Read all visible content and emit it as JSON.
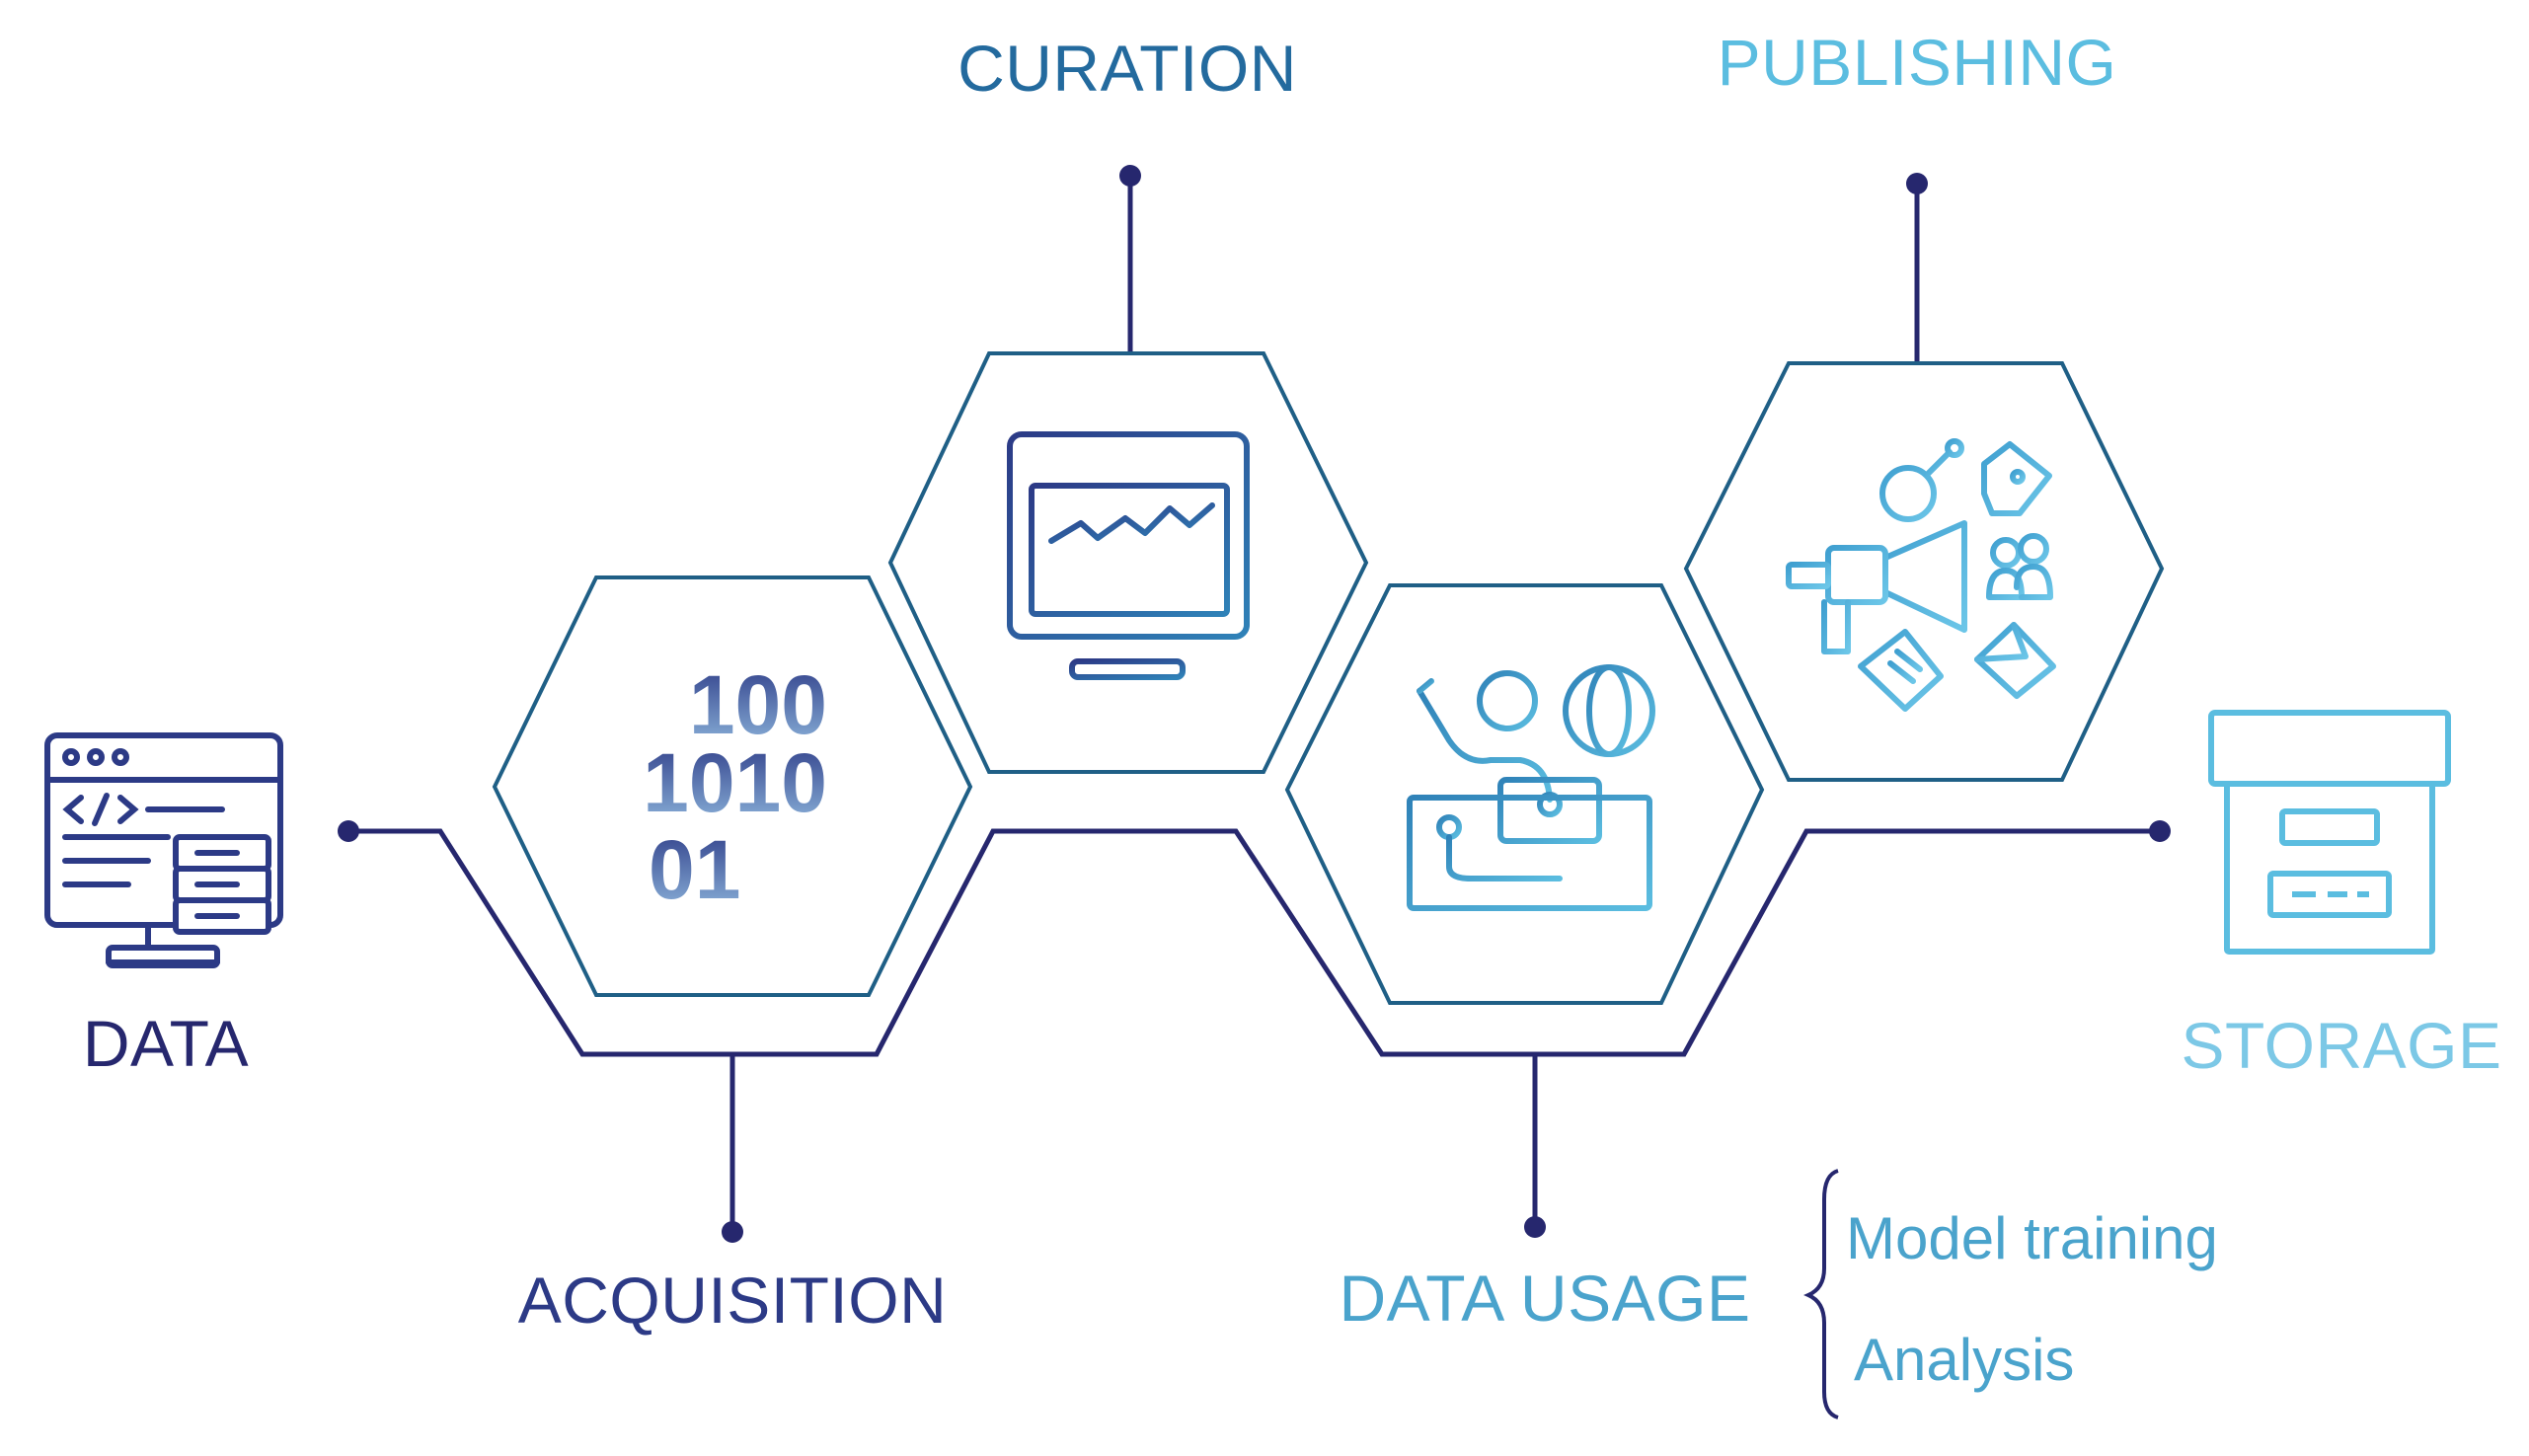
{
  "colors": {
    "navy": "#26276e",
    "indigo": "#2c3a86",
    "blue": "#236a9e",
    "mid_blue": "#2f82b8",
    "sky": "#4aa3cc",
    "light_sky": "#5bbde0",
    "binary_light": "#8fb7dd"
  },
  "stages": {
    "data": {
      "label": "DATA",
      "icon": "code-monitor-server-icon"
    },
    "acquisition": {
      "label": "ACQUISITION",
      "icon": "binary-digits-icon",
      "binary_lines": [
        "100",
        "1010",
        "01"
      ]
    },
    "curation": {
      "label": "CURATION",
      "icon": "analytics-monitor-icon"
    },
    "data_usage": {
      "label": "DATA USAGE",
      "icon": "presenter-globe-icon",
      "uses": [
        "Model training",
        "Analysis"
      ]
    },
    "publishing": {
      "label": "PUBLISHING",
      "icon": "megaphone-marketing-icon"
    },
    "storage": {
      "label": "STORAGE",
      "icon": "archive-box-icon"
    }
  }
}
